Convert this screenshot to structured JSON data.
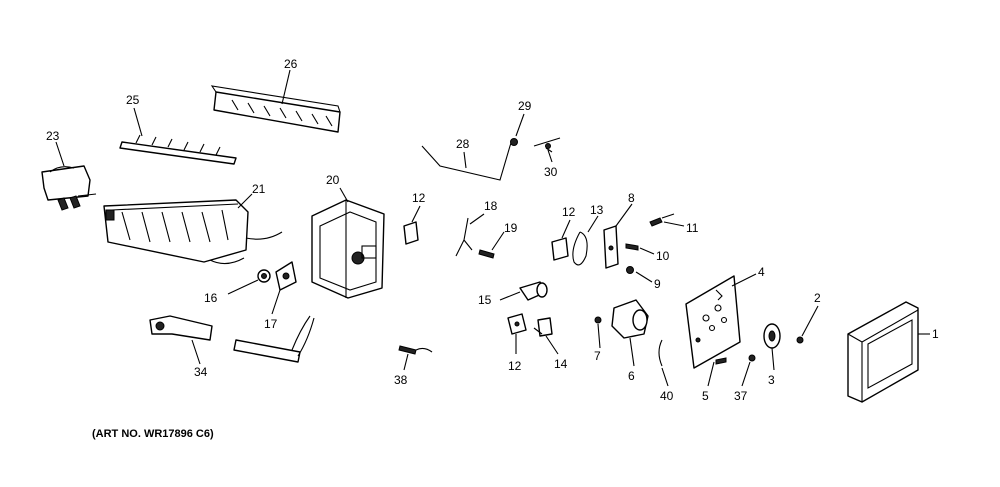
{
  "caption": "(ART NO. WR17896 C6)",
  "labels": {
    "p1": "1",
    "p2": "2",
    "p3": "3",
    "p5": "5",
    "p6": "6",
    "p7": "7",
    "p8": "8",
    "p9": "9",
    "p10": "10",
    "p11": "11",
    "p12a": "12",
    "p12b": "12",
    "p12c": "12",
    "p13": "13",
    "p14": "14",
    "p15": "15",
    "p16": "16",
    "p17": "17",
    "p18": "18",
    "p19": "19",
    "p20": "20",
    "p21": "21",
    "p23": "23",
    "p25": "25",
    "p26": "26",
    "p28": "28",
    "p29": "29",
    "p30": "30",
    "p34": "34",
    "p37": "37",
    "p38": "38",
    "p40": "40",
    "p4": "4"
  }
}
